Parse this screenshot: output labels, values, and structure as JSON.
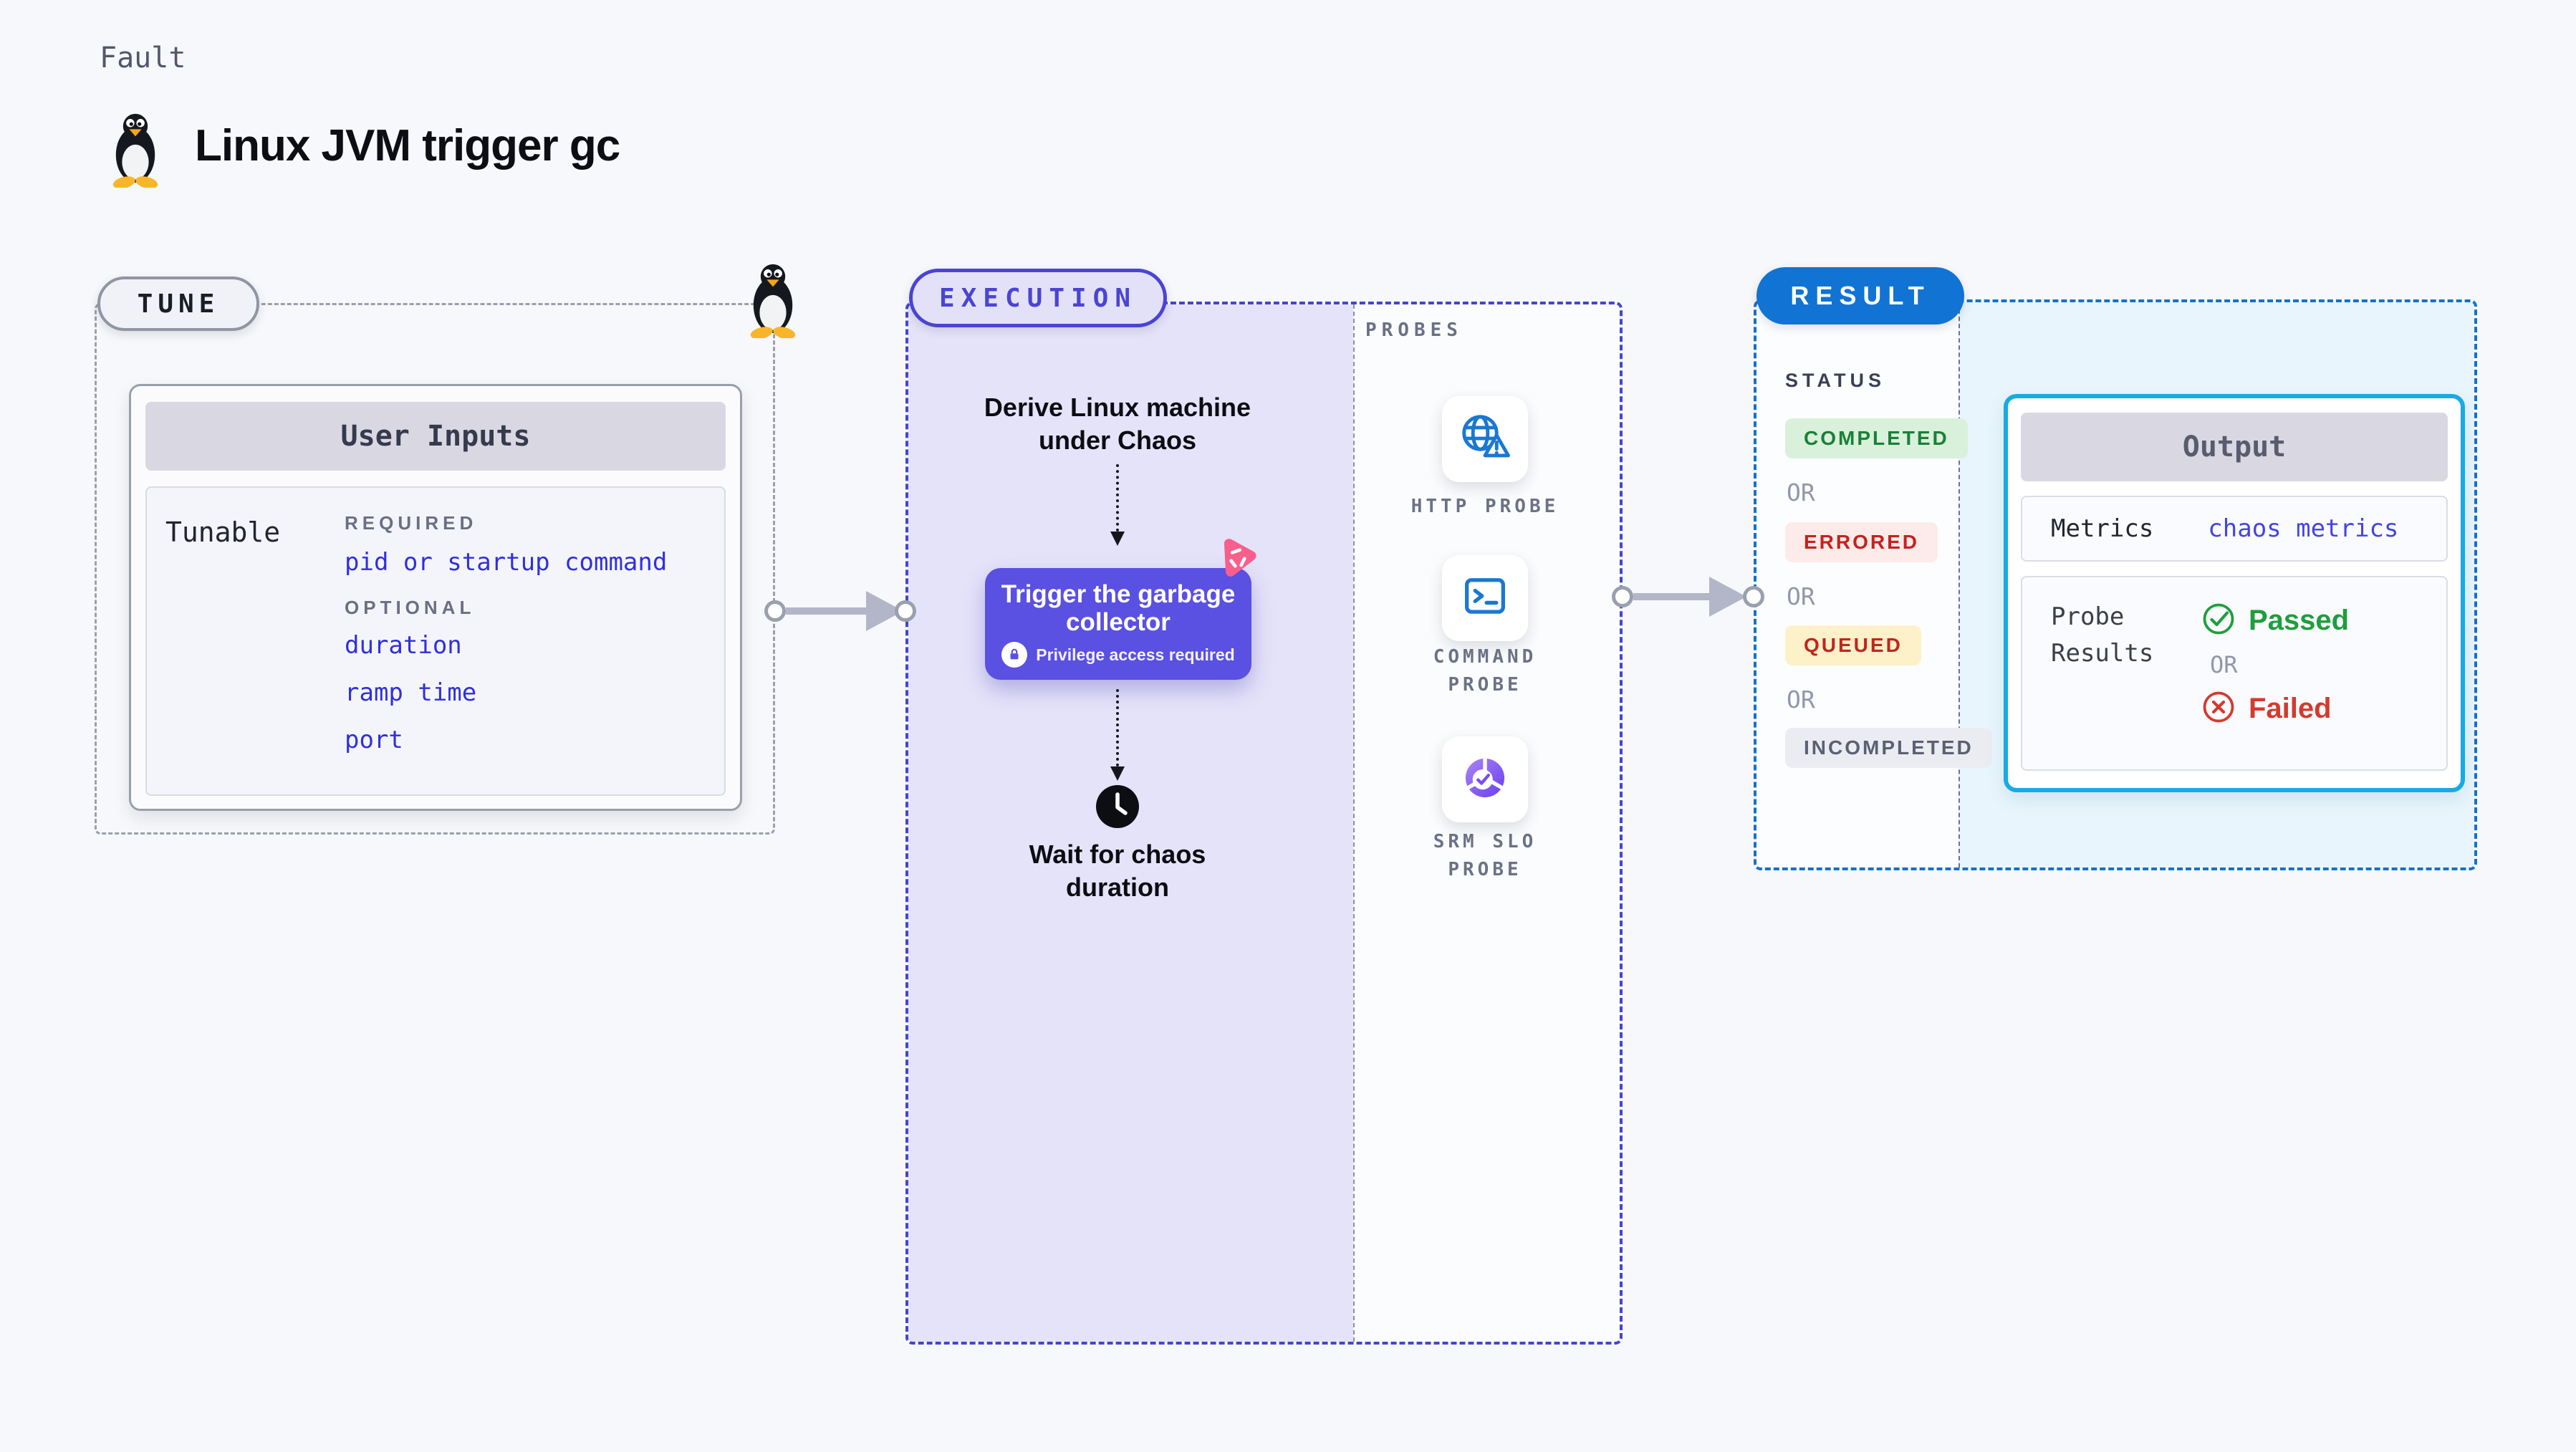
{
  "header": {
    "category": "Fault",
    "title": "Linux JVM trigger gc",
    "os_icon": "linux-tux-icon"
  },
  "tune": {
    "badge": "TUNE",
    "card_title": "User Inputs",
    "row_label": "Tunable",
    "required_label": "REQUIRED",
    "required_items": [
      "pid or startup command"
    ],
    "optional_label": "OPTIONAL",
    "optional_items": [
      "duration",
      "ramp time",
      "port"
    ]
  },
  "execution": {
    "badge": "EXECUTION",
    "step1": "Derive Linux machine under Chaos",
    "action": {
      "title": "Trigger the garbage collector",
      "note": "Privilege access required",
      "icons": [
        "lock-icon",
        "chaos-badge-icon"
      ]
    },
    "step3": "Wait for chaos duration",
    "step3_icon": "clock-icon"
  },
  "probes": {
    "label": "PROBES",
    "items": [
      {
        "label": "HTTP PROBE",
        "icon": "globe-alert-icon"
      },
      {
        "label": "COMMAND PROBE",
        "icon": "terminal-icon"
      },
      {
        "label": "SRM SLO PROBE",
        "icon": "donut-check-icon"
      }
    ]
  },
  "result": {
    "badge": "RESULT",
    "status_label": "STATUS",
    "or_label": "OR",
    "statuses": [
      {
        "label": "COMPLETED",
        "kind": "success"
      },
      {
        "label": "ERRORED",
        "kind": "error"
      },
      {
        "label": "QUEUED",
        "kind": "warning"
      },
      {
        "label": "INCOMPLETED",
        "kind": "neutral"
      }
    ],
    "output": {
      "title": "Output",
      "metrics_label": "Metrics",
      "metrics_value": "chaos metrics",
      "probe_results_label": "Probe Results",
      "passed_label": "Passed",
      "passed_icon": "check-circle-icon",
      "failed_label": "Failed",
      "failed_icon": "x-circle-icon"
    }
  },
  "colors": {
    "page_bg": "#f7f8fb",
    "lavender_panel": "#e5e3f9",
    "indigo_accent": "#4b44d2",
    "button_purple": "#5a50e2",
    "result_blue": "#1173d3",
    "cyan_border": "#17abe3",
    "cyan_bg": "#e8f5fc",
    "link_blue": "#3030dc",
    "success_green": "#1a8038",
    "error_red": "#c5221f",
    "warning_bg": "#fdf1ca",
    "pink_badge": "#f85f8c",
    "arrow_gray": "#b3b6c8"
  }
}
